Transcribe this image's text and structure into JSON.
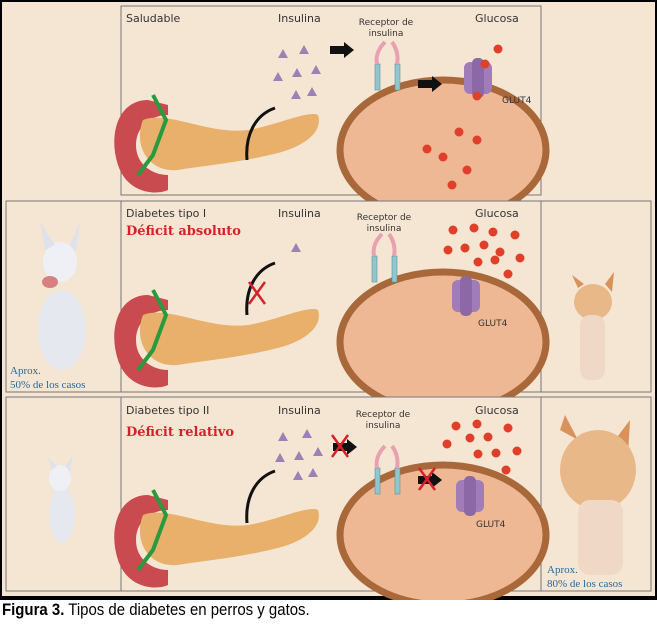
{
  "panels": {
    "healthy": {
      "title": "Saludable",
      "insulin": "Insulina",
      "receptor": [
        "Receptor de",
        "insulina"
      ],
      "glucose": "Glucosa",
      "glut4": "GLUT4"
    },
    "type1": {
      "title": "Diabetes tipo I",
      "deficit": "Déficit absoluto",
      "insulin": "Insulina",
      "receptor": [
        "Receptor de",
        "insulina"
      ],
      "glucose": "Glucosa",
      "glut4": "GLUT4",
      "dog_note": [
        "Aprox.",
        "50% de los casos"
      ]
    },
    "type2": {
      "title": "Diabetes tipo II",
      "deficit": "Déficit relativo",
      "insulin": "Insulina",
      "receptor": [
        "Receptor de",
        "insulina"
      ],
      "glucose": "Glucosa",
      "glut4": "GLUT4",
      "cat_note": [
        "Aprox.",
        "80% de los casos"
      ]
    }
  },
  "caption": {
    "label": "Figura 3.",
    "text": " Tipos de diabetes en perros y gatos."
  },
  "colors": {
    "background": "#f5e6d4",
    "insulin": "#9b82b5",
    "glucose": "#e0402a",
    "cell": "#efb894",
    "membrane": "#a8683a",
    "deficit": "#d8202a",
    "note": "#1f6aa0"
  }
}
